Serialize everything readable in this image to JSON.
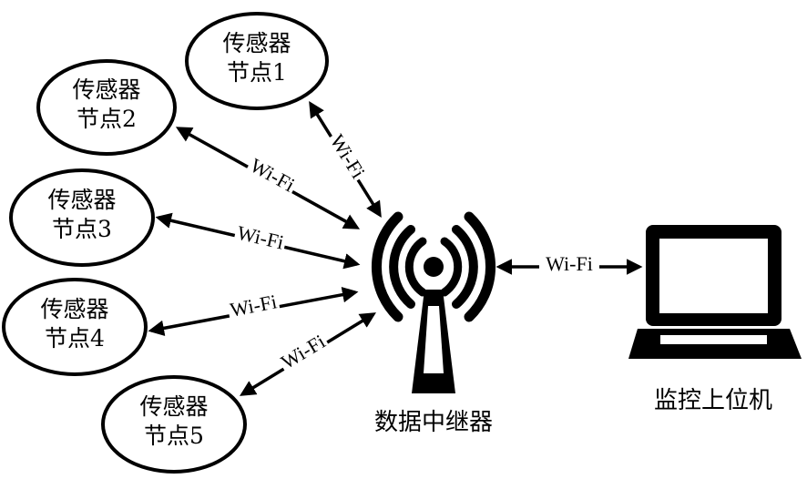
{
  "nodes": [
    {
      "line1": "传感器",
      "line2": "节点1"
    },
    {
      "line1": "传感器",
      "line2": "节点2"
    },
    {
      "line1": "传感器",
      "line2": "节点3"
    },
    {
      "line1": "传感器",
      "line2": "节点4"
    },
    {
      "line1": "传感器",
      "line2": "节点5"
    }
  ],
  "links": [
    {
      "label": "Wi-Fi"
    },
    {
      "label": "Wi-Fi"
    },
    {
      "label": "Wi-Fi"
    },
    {
      "label": "Wi-Fi"
    },
    {
      "label": "Wi-Fi"
    },
    {
      "label": "Wi-Fi"
    }
  ],
  "relay": {
    "label": "数据中继器",
    "icon": "wifi-tower-icon"
  },
  "host": {
    "label": "监控上位机",
    "icon": "laptop-icon"
  }
}
